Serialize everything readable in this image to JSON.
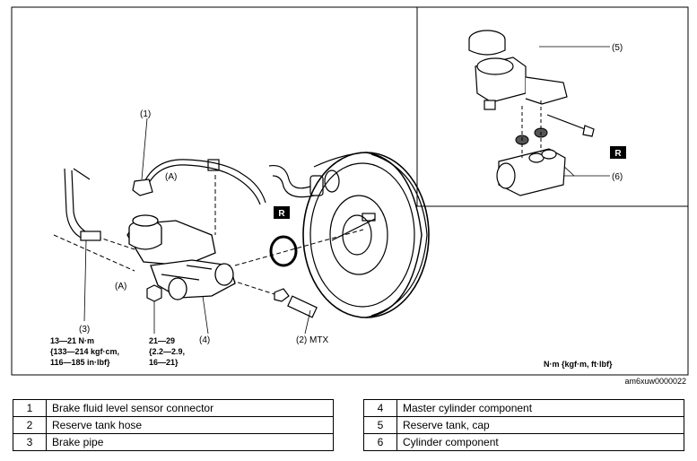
{
  "figure_id": "am6xuw0000022",
  "unit_label": "N·m {kgf·m, ft·lbf}",
  "callouts": {
    "c1": "(1)",
    "c2": "(2) MTX",
    "c3": "(3)",
    "c4": "(4)",
    "c5": "(5)",
    "c6": "(6)",
    "a1": "(A)",
    "a2": "(A)",
    "r": "R"
  },
  "torque": {
    "t3": [
      "13—21 N·m",
      "{133—214 kgf·cm,",
      "116—185 in·lbf}"
    ],
    "t4": [
      "21—29",
      "{2.2—2.9,",
      "16—21}"
    ]
  },
  "legend": {
    "left": [
      {
        "num": "1",
        "text": "Brake fluid level sensor connector"
      },
      {
        "num": "2",
        "text": "Reserve tank hose"
      },
      {
        "num": "3",
        "text": "Brake pipe"
      }
    ],
    "right": [
      {
        "num": "4",
        "text": "Master cylinder component"
      },
      {
        "num": "5",
        "text": "Reserve tank, cap"
      },
      {
        "num": "6",
        "text": "Cylinder component"
      }
    ]
  }
}
